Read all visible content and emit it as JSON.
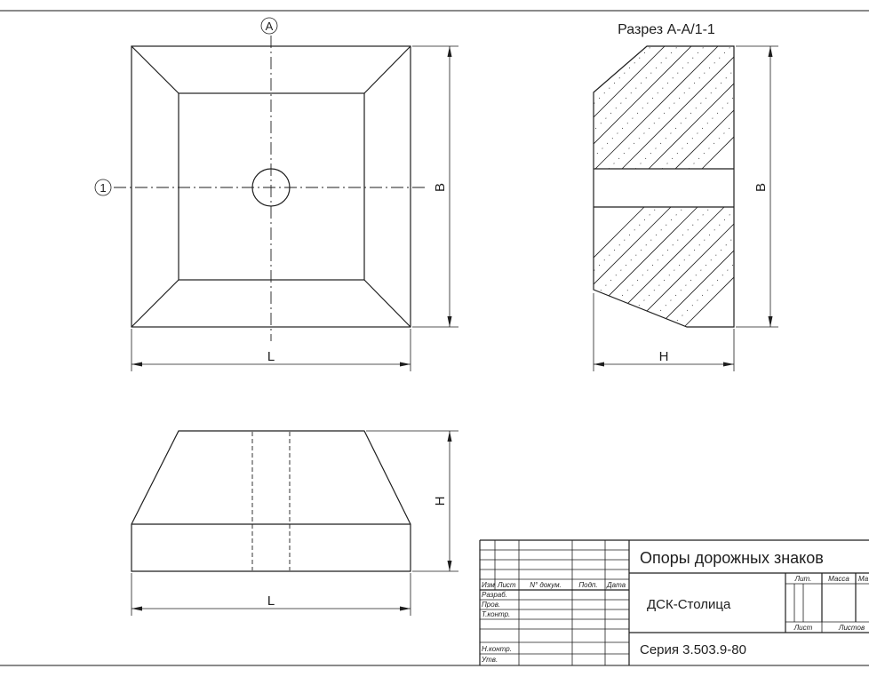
{
  "drawing": {
    "section_title": "Разрез А-А/1-1",
    "marker_a": "А",
    "marker_1": "1",
    "dim_length": "L",
    "dim_width": "B",
    "dim_height": "H",
    "dim_width_section": "B",
    "dim_height_section": "H",
    "dim_length_front": "L"
  },
  "title_block": {
    "title": "Опоры дорожных знаков",
    "organization": "ДСК-Столица",
    "series": "Серия 3.503.9-80",
    "col_izm": "Изм",
    "col_list": "Лист",
    "col_docnum": "N° докум.",
    "col_sign": "Подп.",
    "col_date": "Дата",
    "row_razrab": "Разраб.",
    "row_prov": "Пров.",
    "row_tkontr": "Т.контр.",
    "row_nkontr": "Н.контр.",
    "row_utv": "Утв.",
    "lit": "Лит.",
    "massa": "Масса",
    "masshtab": "Ма",
    "list": "Лист",
    "listov": "Листов"
  }
}
